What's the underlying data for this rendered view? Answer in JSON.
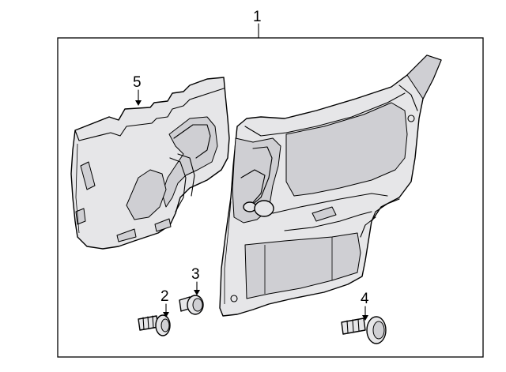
{
  "diagram": {
    "callouts": [
      {
        "id": "1",
        "label": "1"
      },
      {
        "id": "2",
        "label": "2"
      },
      {
        "id": "3",
        "label": "3"
      },
      {
        "id": "4",
        "label": "4"
      },
      {
        "id": "5",
        "label": "5"
      }
    ],
    "colors": {
      "background": "#ffffff",
      "line": "#000000",
      "part_fill": "#e6e6e8",
      "part_shade": "#cfcfd3"
    }
  }
}
